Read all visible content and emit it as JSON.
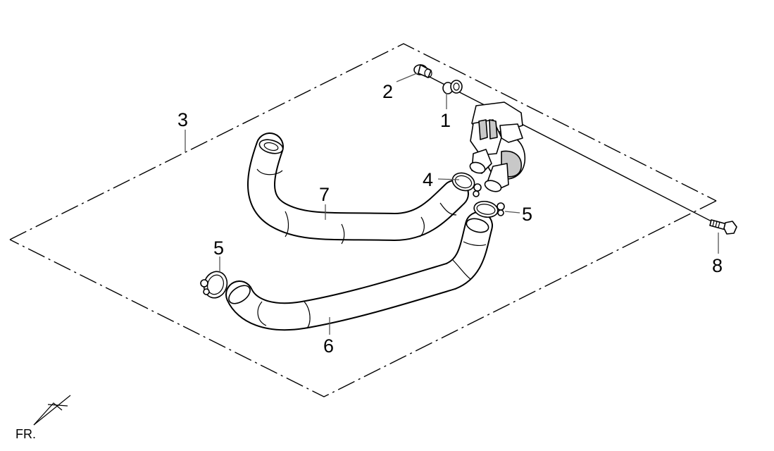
{
  "callouts": [
    {
      "id": "1",
      "text": "1"
    },
    {
      "id": "2",
      "text": "2"
    },
    {
      "id": "3",
      "text": "3"
    },
    {
      "id": "4",
      "text": "4"
    },
    {
      "id": "5a",
      "text": "5"
    },
    {
      "id": "5b",
      "text": "5"
    },
    {
      "id": "6",
      "text": "6"
    },
    {
      "id": "7",
      "text": "7"
    },
    {
      "id": "8",
      "text": "8"
    }
  ],
  "orientation": {
    "text": "FR."
  },
  "colors": {
    "line": "#000000",
    "leader": "#555555",
    "background": "#ffffff",
    "part_shade": "#c8c8c8"
  }
}
